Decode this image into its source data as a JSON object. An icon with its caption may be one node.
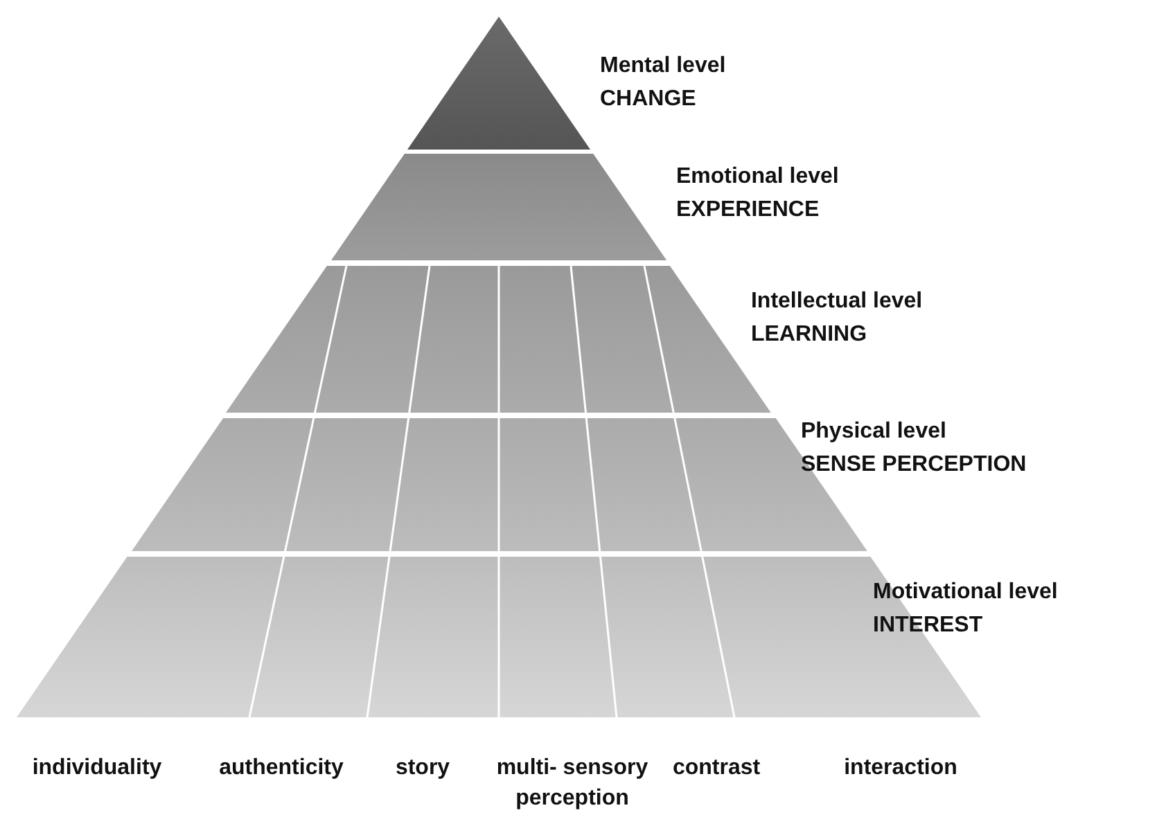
{
  "diagram": {
    "nodes": [
      {
        "text": [
          "Mental level",
          "CHANGE"
        ]
      },
      {
        "text": [
          "Emotional level",
          "EXPERIENCE"
        ]
      },
      {
        "text": [
          "Intellectual level",
          "LEARNING"
        ]
      },
      {
        "text": [
          "Physical level",
          "SENSE PERCEPTION"
        ]
      },
      {
        "text": [
          "Motivational level",
          "INTEREST"
        ]
      }
    ],
    "labels": [
      "individuality",
      "authenticity",
      "story",
      "multi- sensory perception",
      "contrast",
      "interaction"
    ]
  }
}
